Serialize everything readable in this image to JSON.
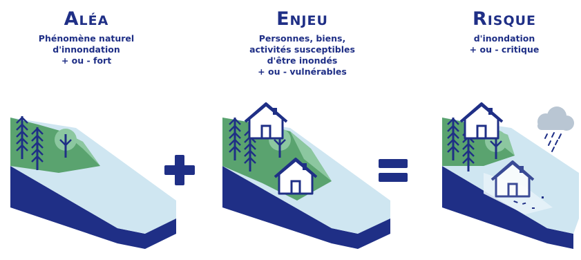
{
  "columns": [
    {
      "title": "Aléa",
      "lines": [
        "Phénomène naturel",
        "d'innondation",
        "+ ou - fort"
      ]
    },
    {
      "title": "Enjeu",
      "lines": [
        "Personnes, biens,",
        "activités susceptibles",
        "d'être inondés",
        "+ ou - vulnérables"
      ]
    },
    {
      "title": "Risque",
      "lines": [
        "d'inondation",
        "+ ou - critique"
      ]
    }
  ],
  "operators": {
    "plus": "+",
    "equals": "="
  },
  "colors": {
    "navy": "#1f2f86",
    "grass": "#5aa36f",
    "grass_light": "#8cc7a0",
    "water": "#cfe6f1",
    "water_light": "#e6f2f8",
    "cloud": "#b9c6d3"
  },
  "icons": [
    "tree-icon",
    "house-icon",
    "rain-cloud-icon",
    "plus-icon",
    "equals-icon"
  ]
}
